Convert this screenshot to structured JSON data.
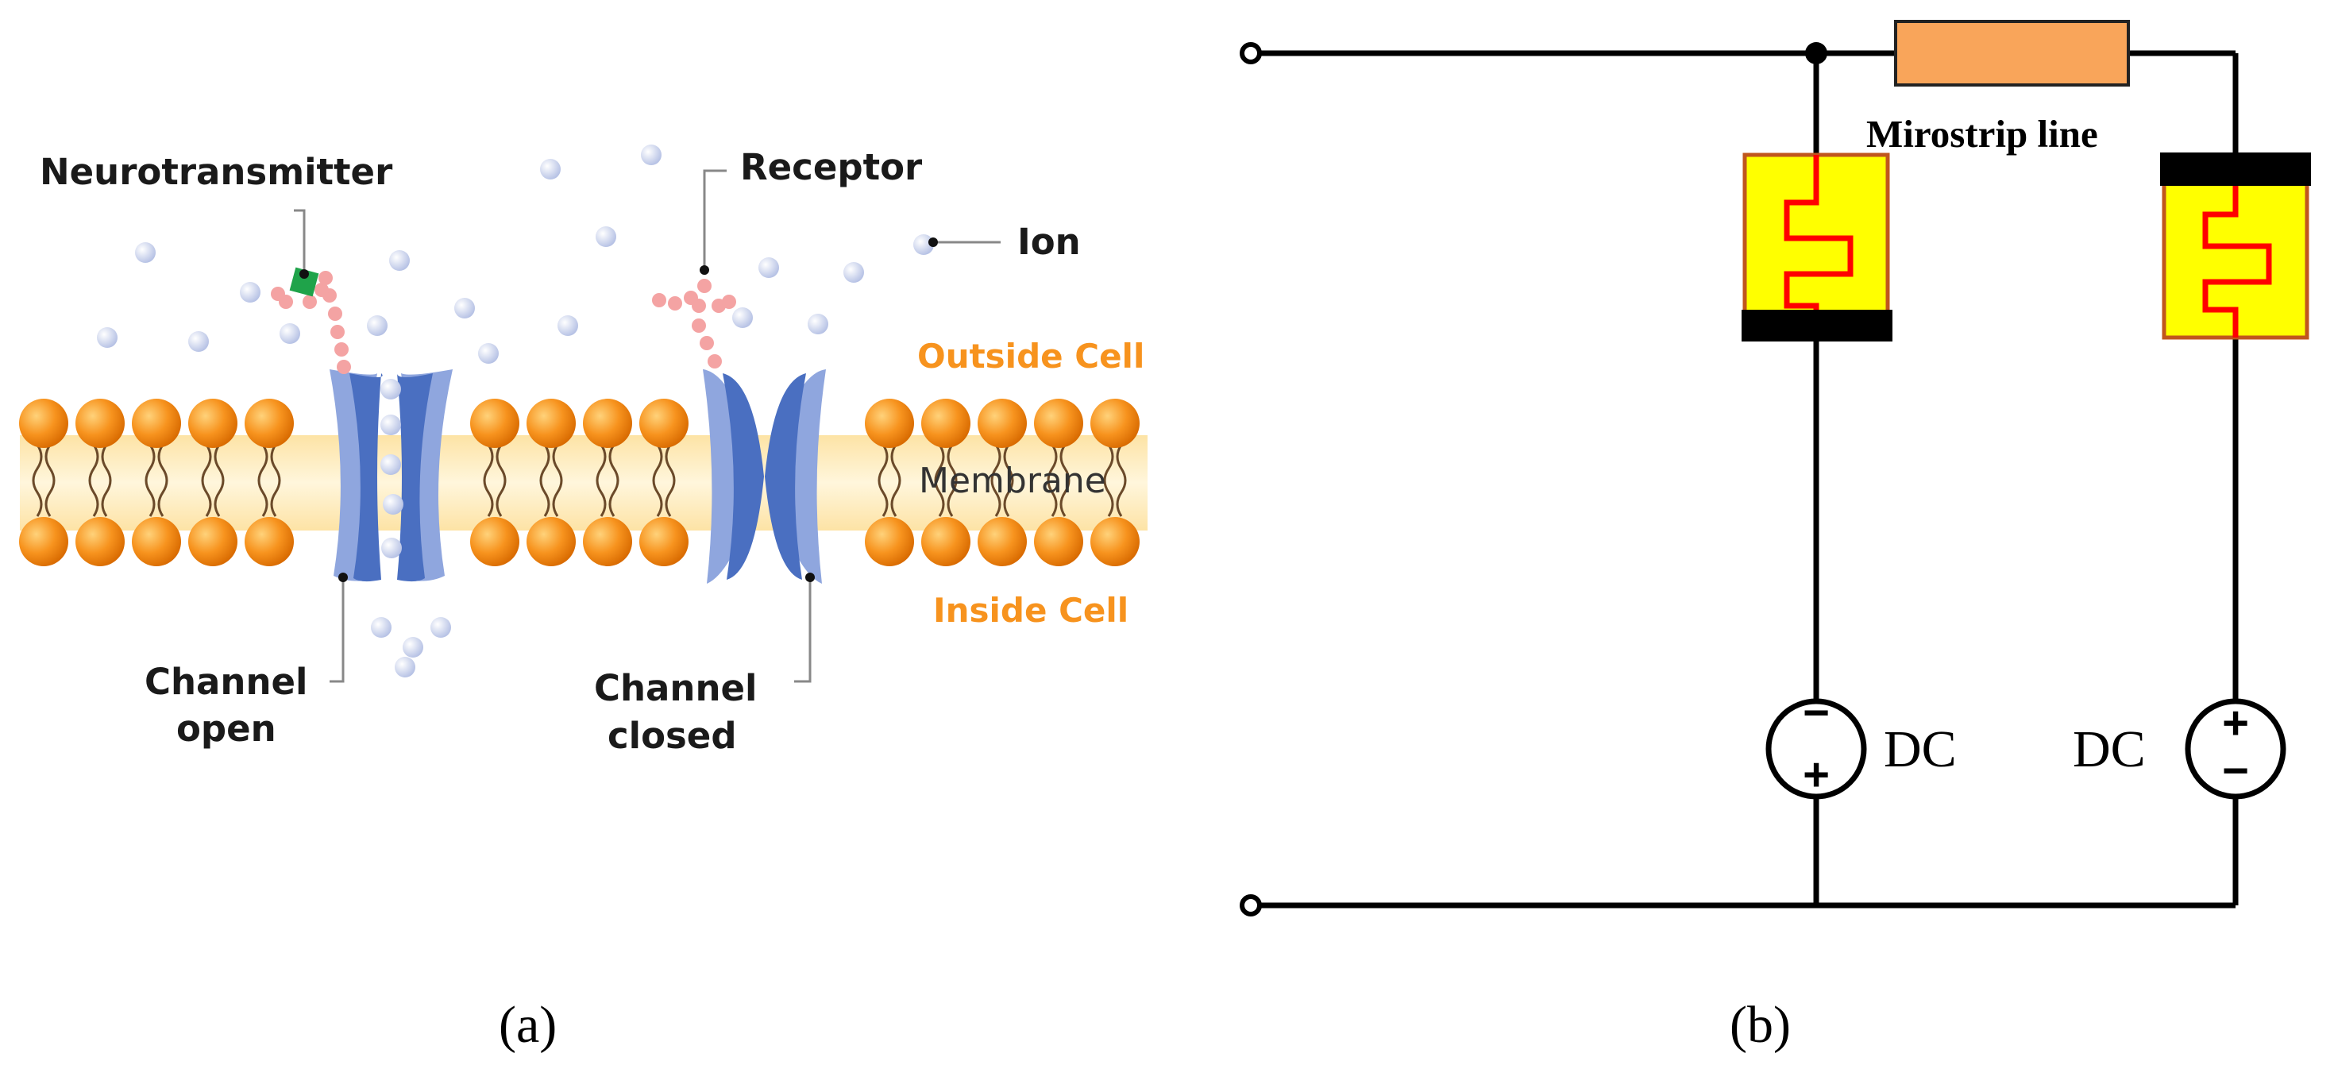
{
  "panel_a": {
    "caption": "(a)",
    "labels": {
      "neurotransmitter": "Neurotransmitter",
      "receptor": "Receptor",
      "ion": "Ion",
      "outside_cell": "Outside Cell",
      "membrane": "Membrane",
      "inside_cell": "Inside Cell",
      "channel_open_line1": "Channel",
      "channel_open_line2": "open",
      "channel_closed_line1": "Channel",
      "channel_closed_line2": "closed"
    },
    "colors": {
      "lipid_head": "#f7931e",
      "membrane_band": "#fde9b8",
      "channel": "#4a6fc1",
      "channel_light": "#8fa6de",
      "ion": "#c8d2ee",
      "outside_label": "#f7931e",
      "neurotransmitter": "#1fa34a",
      "receptor_chain": "#f4a3a3"
    }
  },
  "panel_b": {
    "caption": "(b)",
    "labels": {
      "microstrip": "Mirostrip line",
      "dc_left": "DC",
      "dc_right": "DC",
      "left_source_top": "−",
      "left_source_bottom": "+",
      "right_source_top": "+",
      "right_source_bottom": "−"
    },
    "colors": {
      "resistor": "#f9a55a",
      "pad": "#ffff00",
      "pad_border": "#c0561d",
      "meander": "#ff0000",
      "wire": "#000000"
    }
  }
}
